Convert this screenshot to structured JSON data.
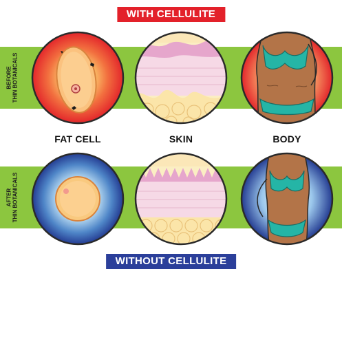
{
  "banners": {
    "top": "WITH CELLULITE",
    "bottom": "WITHOUT CELLULITE"
  },
  "rows": {
    "before": {
      "line1": "BEFORE",
      "line2": "THIN BOTANICALS"
    },
    "after": {
      "line1": "AFTER",
      "line2": "THIN BOTANICALS"
    }
  },
  "columns": {
    "fat_cell": "FAT CELL",
    "skin": "SKIN",
    "body": "BODY"
  },
  "colors": {
    "banner_red": "#e3212a",
    "banner_blue": "#2b3f9a",
    "band_green": "#8cc63f",
    "outline": "#2a2a2a"
  }
}
